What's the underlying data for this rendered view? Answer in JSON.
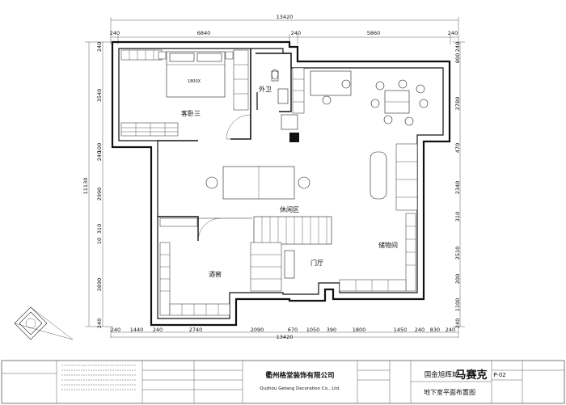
{
  "dimensions": {
    "top_total": "13420",
    "top_segments": [
      "240",
      "6840",
      "240",
      "5860",
      "240"
    ],
    "bottom_total": "13420",
    "bottom_segments": [
      "240",
      "1440",
      "240",
      "2740",
      "2090",
      "670",
      "1050",
      "390",
      "1800",
      "1450",
      "240",
      "830",
      "240"
    ],
    "left_total": "11130",
    "left_segments": [
      "240",
      "3540",
      "100",
      "240",
      "2990",
      "310",
      "10",
      "2890",
      "240"
    ],
    "right_segments": [
      "240",
      "800",
      "2780",
      "470",
      "2340",
      "310",
      "2510",
      "200",
      "1100",
      "240"
    ]
  },
  "rooms": {
    "guest_bedroom": "客卧三",
    "bathroom": "外卫",
    "lounge": "休闲区",
    "wine_cellar": "酒窖",
    "foyer": "门厅",
    "storage": "储物间"
  },
  "bed_label": "1800X",
  "title_block": {
    "company_cn": "衢州格堂装饰有限公司",
    "company_en": "Quzhou Getang Decoration Co., Ltd.",
    "project": "国金旭辉城",
    "drawing_title": "地下室平面布置图",
    "drawing_no": "P-02",
    "logo_text": "马赛克"
  }
}
